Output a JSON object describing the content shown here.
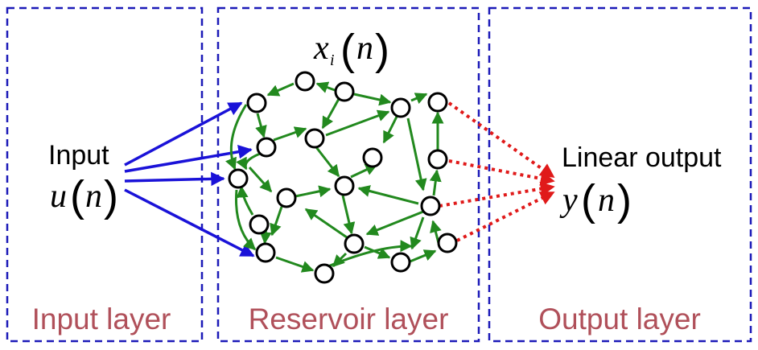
{
  "panels": {
    "input": {
      "label": "Input layer"
    },
    "reservoir": {
      "label": "Reservoir layer"
    },
    "output": {
      "label": "Output layer"
    }
  },
  "input_signal": {
    "label": "Input",
    "symbol": "u",
    "argument": "n"
  },
  "reservoir_state": {
    "symbol": "x",
    "subscript": "i",
    "argument": "n"
  },
  "output_signal": {
    "label": "Linear output",
    "symbol": "y",
    "argument": "n"
  },
  "colors": {
    "panel_border": "#1c1ab8",
    "panel_label": "#b0505a",
    "input_arrows": "#1a12d8",
    "reservoir_arrows": "#22891e",
    "output_arrows": "#e01a1a",
    "node_fill": "#ffffff",
    "node_stroke": "#000000"
  },
  "icons": {
    "reservoir_node": "circle-node",
    "connection": "arrow"
  }
}
